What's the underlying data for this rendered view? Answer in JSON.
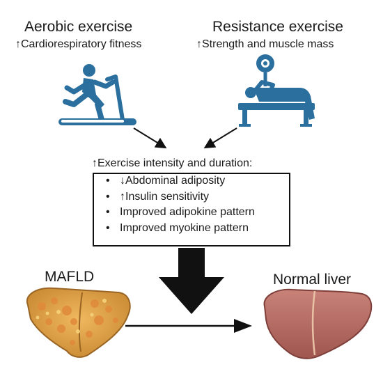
{
  "aerobic": {
    "title": "Aerobic exercise",
    "effect": "↑Cardiorespiratory fitness",
    "icon": "treadmill-runner-icon"
  },
  "resistance": {
    "title": "Resistance exercise",
    "effect": "↑Strength and muscle mass",
    "icon": "bench-press-icon"
  },
  "combined": {
    "heading": "↑Exercise intensity and duration:",
    "effects": [
      "↓Abdominal adiposity",
      "↑Insulin sensitivity",
      "Improved adipokine pattern",
      "Improved myokine pattern"
    ]
  },
  "liver_diseased": {
    "label": "MAFLD",
    "icon": "fatty-liver-icon"
  },
  "liver_normal": {
    "label": "Normal liver",
    "icon": "healthy-liver-icon"
  },
  "colors": {
    "icon_blue": "#2a6f9e",
    "liver_diseased": "#d9a04a",
    "liver_normal": "#b86a62",
    "arrow": "#111111"
  }
}
